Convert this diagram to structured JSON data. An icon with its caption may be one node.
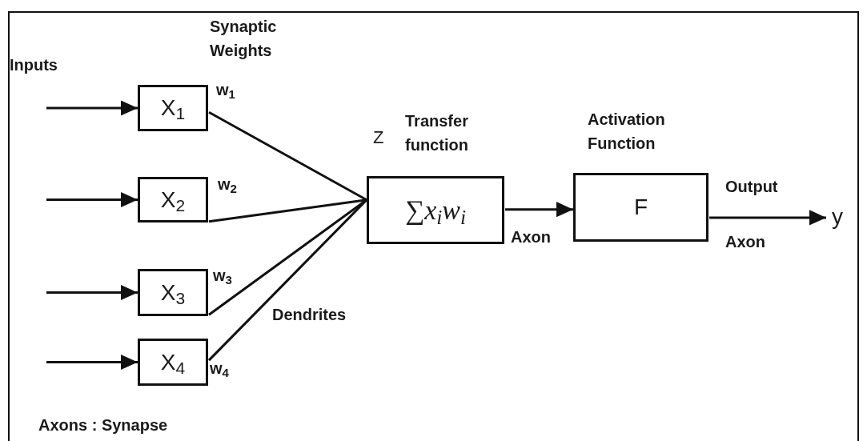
{
  "diagram": {
    "nodes": [
      {
        "text": [
          "X$_{1}$"
        ]
      },
      {
        "text": [
          "X$_{2}$"
        ]
      },
      {
        "text": [
          "X$_{3}$"
        ]
      },
      {
        "text": [
          "X$_{4}$"
        ]
      },
      {
        "text": [
          "Transfer function",
          "∑x$_{i}$w$_{i}$"
        ],
        "beside": [
          "Z"
        ]
      },
      {
        "text": [
          "Activation Function",
          "F"
        ]
      },
      {
        "text": [
          "y"
        ]
      }
    ],
    "edges": [
      {
        "from": null,
        "to": 0,
        "arrow": "to"
      },
      {
        "from": null,
        "to": 1,
        "arrow": "to"
      },
      {
        "from": null,
        "to": 2,
        "arrow": "to"
      },
      {
        "from": null,
        "to": 3,
        "arrow": "to"
      },
      {
        "from": 0,
        "to": 4,
        "arrow": "none",
        "label": "w$_{1}$"
      },
      {
        "from": 1,
        "to": 4,
        "arrow": "none",
        "label": "w$_{2}$"
      },
      {
        "from": 2,
        "to": 4,
        "arrow": "none",
        "label": "w$_{3}$"
      },
      {
        "from": 3,
        "to": 4,
        "arrow": "none",
        "label": "w$_{4}$"
      },
      {
        "from": 4,
        "to": 5,
        "arrow": "to",
        "label": "Axon"
      },
      {
        "from": 5,
        "to": 6,
        "arrow": "to",
        "label": "Axon"
      }
    ],
    "labels": [
      "Synaptic Weights",
      "Inputs",
      "Output",
      "Dendrites",
      "Axons : Synapse"
    ]
  }
}
